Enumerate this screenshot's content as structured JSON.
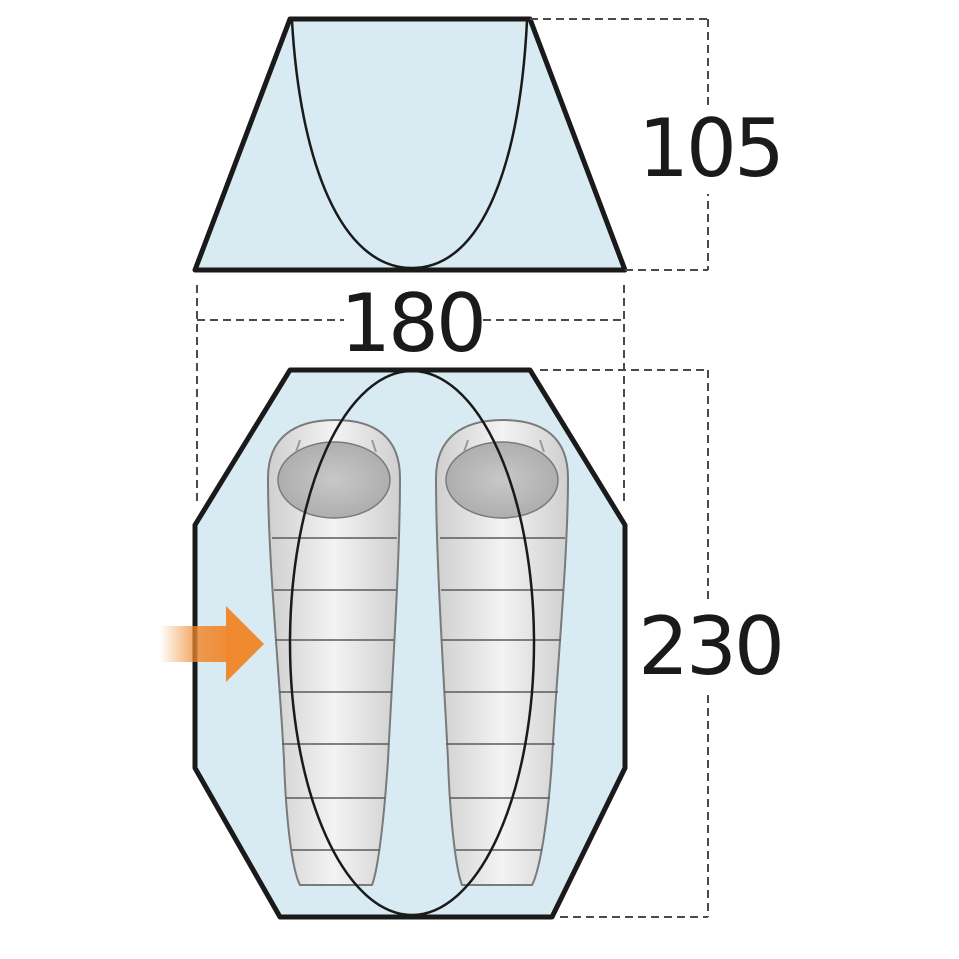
{
  "diagram": {
    "dimensions": {
      "height": "105",
      "width": "180",
      "length": "230"
    },
    "colors": {
      "tent_fill": "#d8ebf3",
      "outline": "#1a1a1a",
      "dashed_line": "#4a4a4a",
      "sleeping_bag": "#e6e6e6",
      "hood_opening": "#bdbdbd",
      "entrance_arrow": "#f08a30"
    },
    "icons": [
      "tent-front-view",
      "tent-floor-plan",
      "sleeping-bag-icon",
      "entrance-arrow-icon"
    ]
  }
}
